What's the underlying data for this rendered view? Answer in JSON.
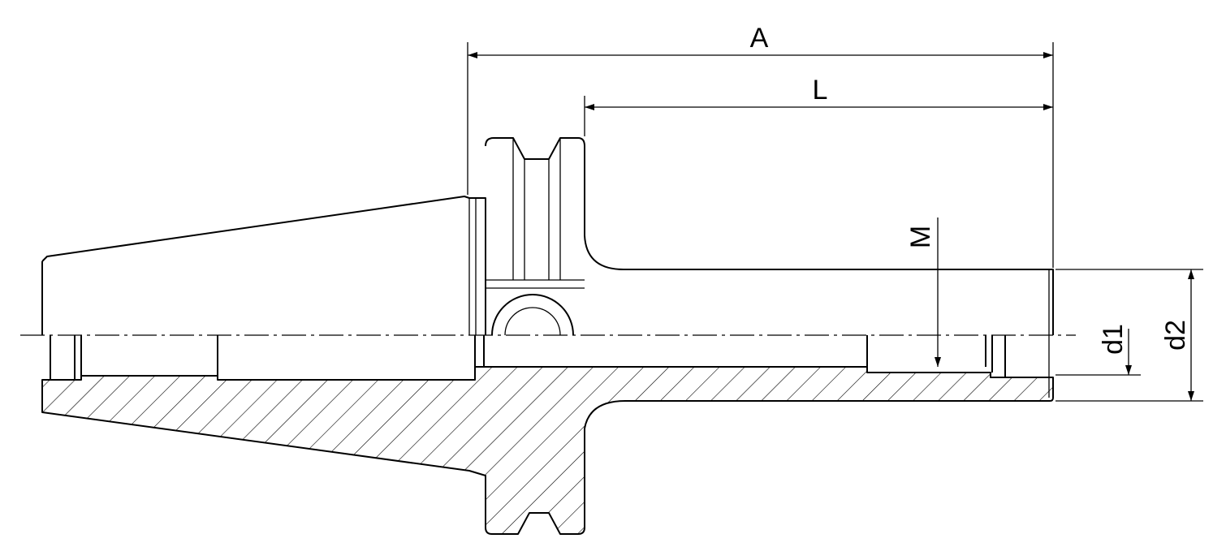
{
  "dimensions": {
    "A": "A",
    "L": "L",
    "M": "M",
    "d1": "d1",
    "d2": "d2"
  },
  "colors": {
    "line": "#000000",
    "background": "#ffffff"
  }
}
